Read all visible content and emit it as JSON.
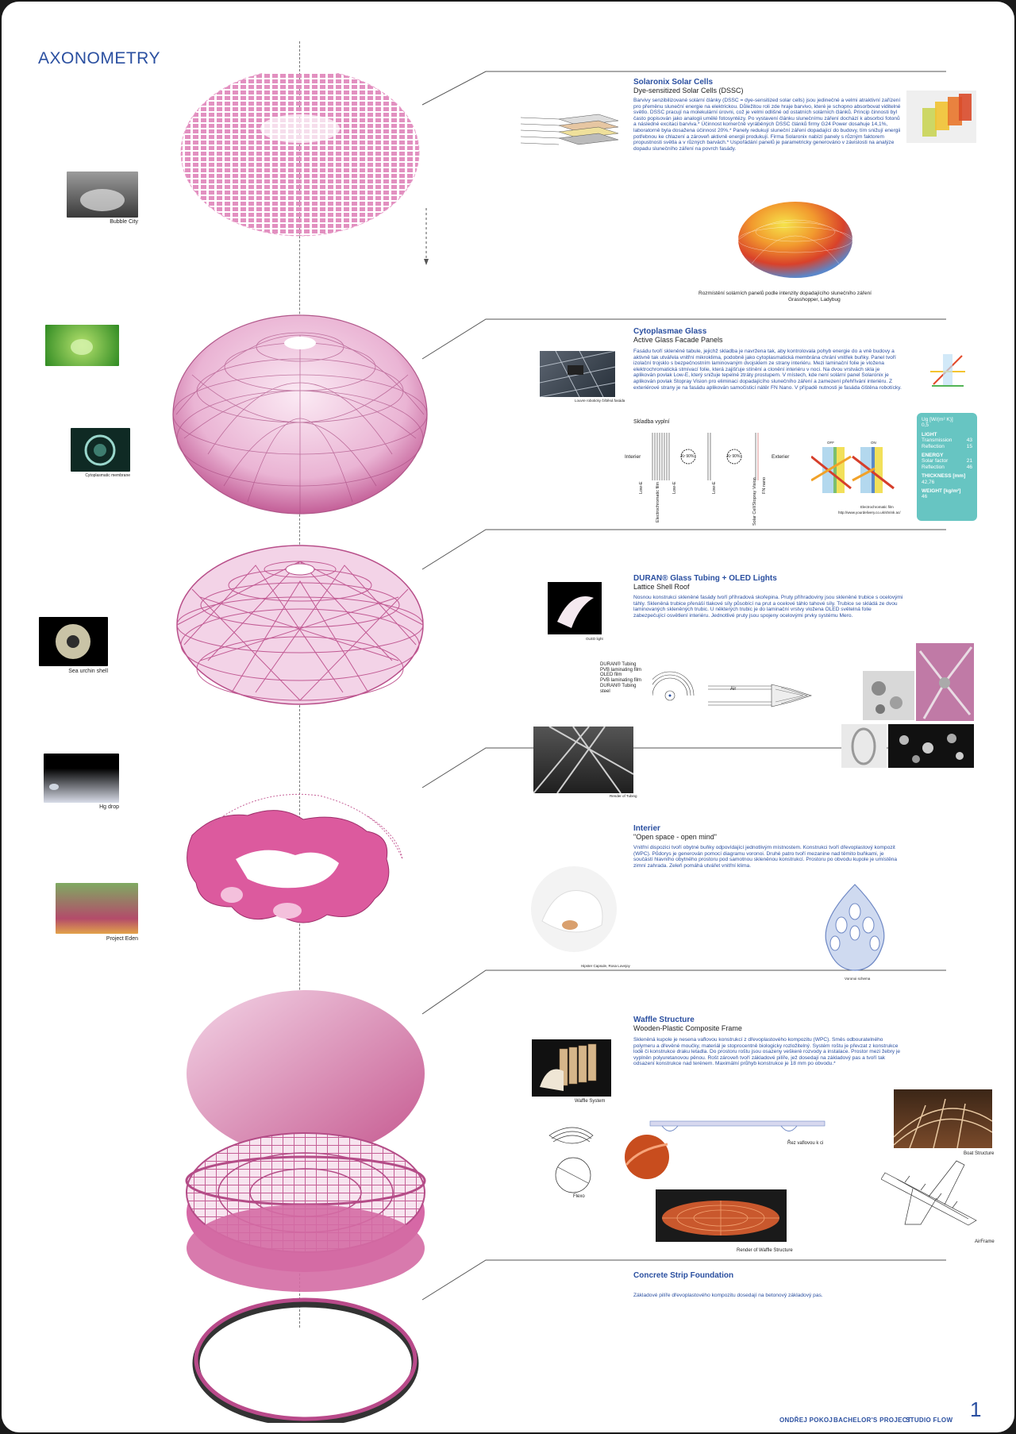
{
  "page_title": "AXONOMETRY",
  "footer": {
    "author": "ONDŘEJ POKOJ",
    "project": "BACHELOR'S PROJECT",
    "studio": "STUDIO FLOW",
    "page_number": "1"
  },
  "colors": {
    "accent_blue": "#2a4fa0",
    "layer_pink": "#d96aa8",
    "panel_teal": "#67c5c2"
  },
  "references": [
    {
      "caption": "Bubble City"
    },
    {
      "caption": ""
    },
    {
      "caption": "Cytoplasmatic membrane"
    },
    {
      "caption": "Sea urchin shell"
    },
    {
      "caption": "Hg drop"
    },
    {
      "caption": "Project Eden"
    }
  ],
  "sections": {
    "solar": {
      "title": "Solaronix Solar Cells",
      "subtitle": "Dye-sensitized Solar Cells (DSSC)",
      "body": "Barvivy senzibilizované solární články (DSSC = dye-sensitized solar cells) jsou jedinečné a velmi atraktivní zařízení pro přeměnu sluneční energie na elektrickou. Důležitou roli zde hraje barvivo, které je schopno absorbovat viditelné světlo. DSSC pracují na molekulární úrovni, což je velmi odlišné od ostatních solárních článků. Princip činnosti byl často popisován jako analogii umělé fotosyntézy. Po vystavení článku slunečnímu záření dochází k absorbci fotonů a následné excitaci barviva.* Účinnost komerčně vyráběných DSSC článků firmy G24 Power dosahuje 14,1%, laboratorně byla dosažena účinnost 20%.* Panely redukují sluneční záření dopadající do budovy, tím snižují energii potřebnou ke chlazení a zároveň aktivně energii produkují. Firma Solaronix nabízí panely s různým faktorem propustnosti světla a v různých barvách.* Uspořádání panelů je parametricky generováno v závislosti na analýze dopadu slunečního záření na povrch fasády.",
      "render_caption_1": "Rozmístění solárních panelů podle intenzity dopadajícího slunečního záření",
      "render_caption_2": "Grasshopper, Ladybug"
    },
    "glass": {
      "title": "Cytoplasmae Glass",
      "subtitle": "Active Glass Facade Panels",
      "body": "Fasádu tvoří skleněné tabule, jejichž skladba je navržena tak, aby kontrolovala pohyb energie do a vně budovy a aktivně tak utvářela vnitřní mikroklima, podobně jako cytoplasmatická membrána chrání vnitřek buňky. Panel tvoří izolační trojsklo s bezpečnostním laminovaným dvojsklem ze strany interiéru. Mezi laminační folie je vložena elektrochromatická stmívací folie, která zajišťuje stínění a clonění interiéru v noci. Na dvou vrstvách skla je aplikován povlak Low-E, který snižuje tepelné ztráty prostupem. V místech, kde není solární panel Solaronix je aplikován povlak Stopray Vision pro eliminaci dopadajícího slunečního záření a zamezení přehřívání interiéru. Z exteriérové strany je na fasádu aplikován samočisticí nátěr FN Nano. V případě nutnosti je fasáda čištěna robotícky.",
      "photo_caption": "Louvre roboticky čištěná fasáda",
      "skladba_label": "Skladba vyplní",
      "interior": "Interier",
      "exterior": "Exterier",
      "layers": [
        "Low-E",
        "Electrochromatic film",
        "Low-E",
        "Low-E",
        "Solar Cell/Stopray Vision",
        "FN nano"
      ],
      "kr1": "Kr 90%",
      "kr2": "Kr 90%",
      "ec_caption": "Electrochromatic film",
      "ec_url": "http://www.yourdelivery.co.uk/shrink ac/",
      "off_label": "OFF",
      "on_label": "ON",
      "props": {
        "ug_label": "Ug [W/(m² K)]",
        "ug_value": "0,5",
        "light_label": "LIGHT",
        "transmission_label": "Transmission",
        "transmission_value": "43",
        "reflection_label": "Reflection",
        "reflection_value": "15",
        "energy_label": "ENERGY",
        "solar_factor_label": "Solar factor",
        "solar_factor_value": "21",
        "energy_reflection_label": "Reflection",
        "energy_reflection_value": "46",
        "thickness_label": "THICKNESS [mm]",
        "thickness_value": "42,76",
        "weight_label": "WEIGHT [kg/m²]",
        "weight_value": "46"
      }
    },
    "duran": {
      "title": "DURAN® Glass Tubing + OLED Lights",
      "subtitle": "Lattice Shell Roof",
      "body": "Nosnou konstrukci skleněné fasády tvoří příhradová skořepina. Pruty příhradoviny jsou skleněné trubice s ocelovými táhly. Skleněná trubice přenáší tlakové síly působící na prut a ocelové táhlo tahové síly. Trubice se skládá ze dvou laminovaných skleněných trubic. U některých trubic je do laminační vrstvy vložena OLED světelná folie zabezpečující osvětlení interiéru. Jednotlivé pruty jsou spojeny ocelovými prvky systému Mero.",
      "oled_caption": "OLED light",
      "tube_layers": [
        "DURAN® Tubing",
        "PVB laminating film",
        "OLED film",
        "PVB laminating film",
        "DURAN® Tubing",
        "steel"
      ],
      "air_label": "Air",
      "render_caption": "Render of Tubing"
    },
    "interier": {
      "title": "Interier",
      "subtitle": "\"Open space - open mind\"",
      "body": "Vnitřní dispozici tvoří obytné buňky odpovídající jednotlivým místnostem. Konstrukci tvoří dřevoplastový kompozit (WPC). Půdorys je generován pomocí diagramu voronoi. Druhé patro tvoří mezanine nad těmito buňkami, je součástí hlavního obytného prostoru pod samotnou skleněnou konstrukcí. Prostoru po obvodu kupole je umístěna zimní zahrada. Zeleň pomáhá utvářet vnitřní klima.",
      "photo_caption": "Hipster Capsule, Rosa Lovejoy",
      "plan_caption": "Voronoi schema"
    },
    "waffle": {
      "title": "Waffle Structure",
      "subtitle": "Wooden-Plastic Composite Frame",
      "body": "Skleněná kupole je nesena vaflovou konstrukcí z dřevoplastového kompozitu (WPC). Směs odbouratelného polymeru a dřevěné moučky, materiál je stoprocentně biologicky rozložitelný. Systém roštu je převzat z konstrukce lodě či konstrukce draku letadla. Do prostoru roštu jsou osazeny veškeré rozvody a instalace. Prostor mezi žebry je vyplněn polyuretanovou pěnou. Rošt zároveň tvoří základové pilíře, jež dosedají na základový pas a tvoří tak odsazení konstrukce nad terénem. Maximální průhyb konstrukce je 18 mm po obvodu.*",
      "waffle_caption": "Waffle System",
      "flexo_caption": "Flexo",
      "section_caption": "Řez vaflovou k ci",
      "render_caption": "Render of Waffle Structure",
      "boat_caption": "Boat Structure",
      "air_caption": "AirFrame"
    },
    "concrete": {
      "title": "Concrete Strip Foundation",
      "body": "Základové pilíře dřevoplastového kompozitu dosedají na betonový základový pas."
    }
  }
}
